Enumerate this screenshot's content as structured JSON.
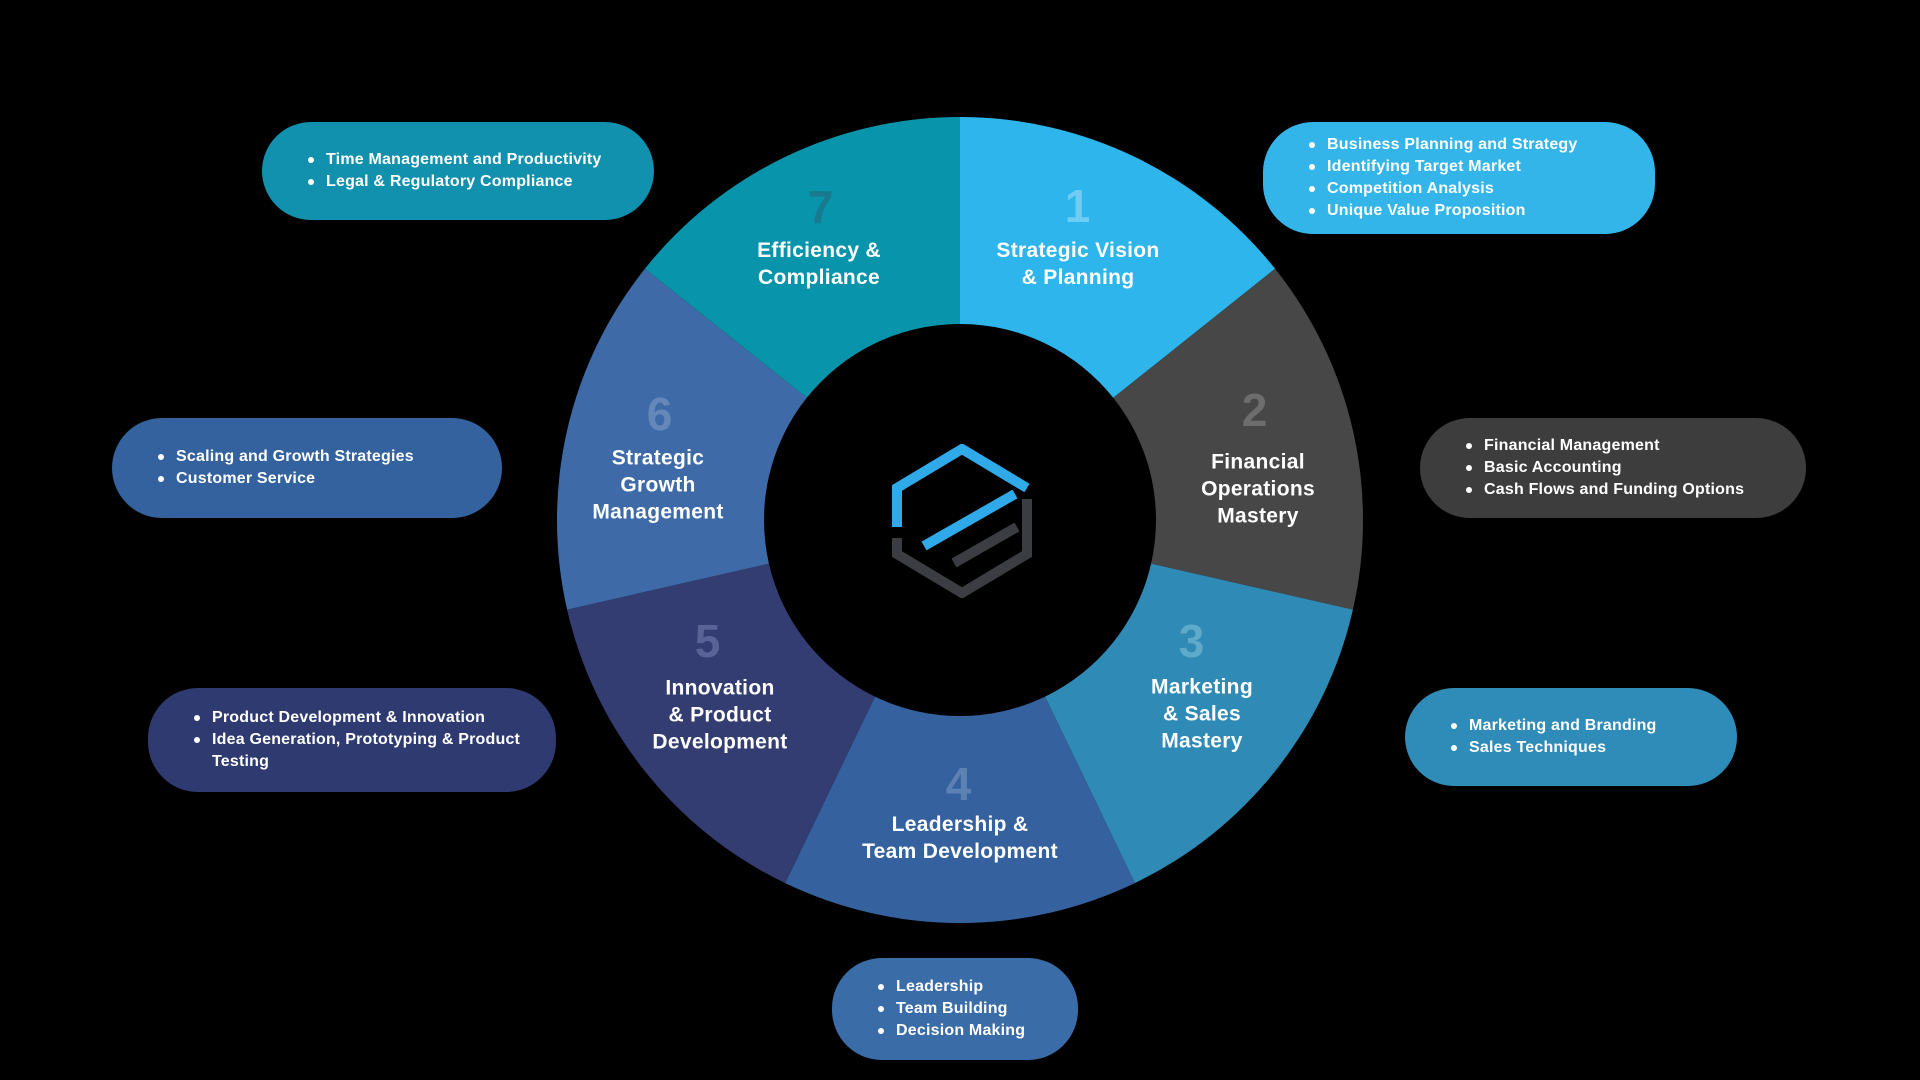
{
  "background_color": "#000000",
  "logo": {
    "name": "hexagon-s-logo",
    "blue_color": "#2fa9e8",
    "gray_color": "#3b3d42"
  },
  "wheel": {
    "type": "circular-process-diagram",
    "segment_count": 7,
    "segments": [
      {
        "number": "1",
        "label_lines": [
          "Strategic Vision",
          "& Planning"
        ],
        "segment_color": "#2db5ec",
        "number_color": "#6fcdf3",
        "callout_color": "#33b5ea",
        "bullets": [
          "Business Planning and Strategy",
          "Identifying Target Market",
          "Competition Analysis",
          "Unique Value Proposition"
        ]
      },
      {
        "number": "2",
        "label_lines": [
          "Financial",
          "Operations",
          "Mastery"
        ],
        "segment_color": "#474747",
        "number_color": "#6d6d6d",
        "callout_color": "#3d3d3d",
        "bullets": [
          "Financial Management",
          "Basic Accounting",
          "Cash Flows and Funding Options"
        ]
      },
      {
        "number": "3",
        "label_lines": [
          "Marketing",
          "& Sales",
          "Mastery"
        ],
        "segment_color": "#2f8ab6",
        "number_color": "#5fa9ca",
        "callout_color": "#2f8bb8",
        "bullets": [
          "Marketing and Branding",
          "Sales Techniques"
        ]
      },
      {
        "number": "4",
        "label_lines": [
          "Leadership &",
          "Team Development"
        ],
        "segment_color": "#35619e",
        "number_color": "#5e81b4",
        "callout_color": "#3a6ca8",
        "bullets": [
          "Leadership",
          "Team Building",
          "Decision Making"
        ]
      },
      {
        "number": "5",
        "label_lines": [
          "Innovation",
          "& Product",
          "Development"
        ],
        "segment_color": "#333d72",
        "number_color": "#5a6396",
        "callout_color": "#2e3a70",
        "bullets": [
          "Product Development & Innovation",
          "Idea Generation, Prototyping & Product Testing"
        ]
      },
      {
        "number": "6",
        "label_lines": [
          "Strategic",
          "Growth",
          "Management"
        ],
        "segment_color": "#3e6ba7",
        "number_color": "#6588ba",
        "callout_color": "#33629e",
        "bullets": [
          "Scaling and Growth Strategies",
          "Customer Service"
        ]
      },
      {
        "number": "7",
        "label_lines": [
          "Efficiency &",
          "Compliance"
        ],
        "segment_color": "#0894ab",
        "number_color": "#19798f",
        "callout_color": "#1191ad",
        "bullets": [
          "Time Management and Productivity",
          "Legal & Regulatory Compliance"
        ]
      }
    ]
  }
}
